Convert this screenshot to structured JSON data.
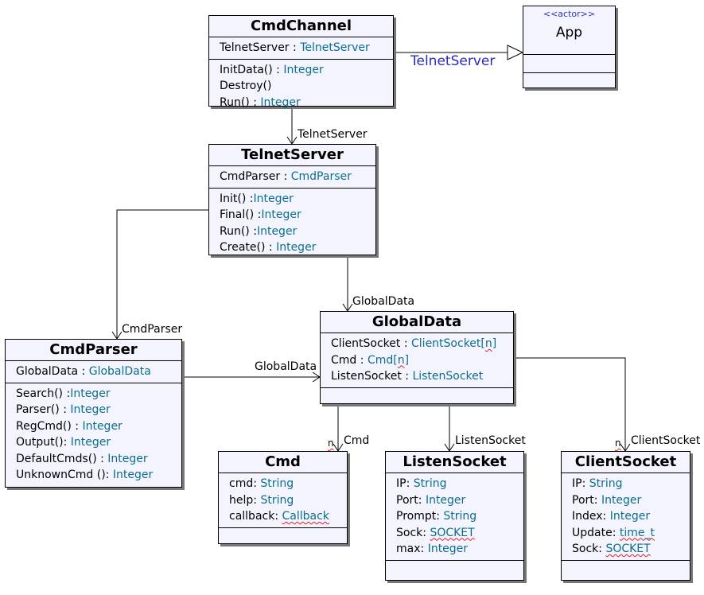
{
  "classes": {
    "cmdchannel": {
      "name": "CmdChannel",
      "attrs": [
        {
          "n": "TelnetServer",
          "sep": " : ",
          "t": "TelnetServer"
        }
      ],
      "ops": [
        {
          "n": "InitData()",
          "sep": " : ",
          "t": "Integer"
        },
        {
          "n": "Destroy()",
          "sep": "",
          "t": ""
        },
        {
          "n": "Run()",
          "sep": " : ",
          "t": "Integer"
        }
      ]
    },
    "app": {
      "stereotype": "<<actor>>",
      "name": "App"
    },
    "telnetserver": {
      "name": "TelnetServer",
      "attrs": [
        {
          "n": "CmdParser",
          "sep": " : ",
          "t": "CmdParser"
        }
      ],
      "ops": [
        {
          "n": "Init()",
          "sep": " :",
          "t": "Integer"
        },
        {
          "n": "Final()",
          "sep": " :",
          "t": "Integer"
        },
        {
          "n": "Run()",
          "sep": " :",
          "t": "Integer"
        },
        {
          "n": "Create()",
          "sep": " : ",
          "t": "Integer"
        }
      ]
    },
    "globaldata": {
      "name": "GlobalData",
      "attrs": [
        {
          "n": "ClientSocket",
          "sep": " : ",
          "t": "ClientSocket[",
          "w": "n",
          "tail": "]"
        },
        {
          "n": "Cmd",
          "sep": " : ",
          "t": "Cmd[",
          "w": "n",
          "tail": "]"
        },
        {
          "n": "ListenSocket",
          "sep": " : ",
          "t": "ListenSocket"
        }
      ]
    },
    "cmdparser": {
      "name": "CmdParser",
      "attrs": [
        {
          "n": "GlobalData",
          "sep": " : ",
          "t": "GlobalData"
        }
      ],
      "ops": [
        {
          "n": "Search()",
          "sep": " :",
          "t": "Integer"
        },
        {
          "n": "Parser()",
          "sep": " : ",
          "t": "Integer"
        },
        {
          "n": "RegCmd()",
          "sep": " : ",
          "t": "Integer"
        },
        {
          "n": "Output()",
          "sep": ": ",
          "t": "Integer"
        },
        {
          "n": "DefaultCmds()",
          "sep": " : ",
          "t": "Integer"
        },
        {
          "n": "UnknownCmd ()",
          "sep": ": ",
          "t": "Integer"
        }
      ]
    },
    "cmd": {
      "name": "Cmd",
      "attrs": [
        {
          "n": "cmd",
          "sep": ": ",
          "t": "String"
        },
        {
          "n": "help",
          "sep": ": ",
          "t": "String"
        },
        {
          "n": "callback",
          "sep": ": ",
          "w": "Callback"
        }
      ]
    },
    "listensocket": {
      "name": "ListenSocket",
      "attrs": [
        {
          "n": "IP",
          "sep": ": ",
          "t": "String"
        },
        {
          "n": "Port",
          "sep": ": ",
          "t": "Integer"
        },
        {
          "n": "Prompt",
          "sep": ": ",
          "t": "String"
        },
        {
          "n": "Sock",
          "sep": ": ",
          "w": "SOCKET"
        },
        {
          "n": "max",
          "sep": ": ",
          "t": "Integer"
        }
      ]
    },
    "clientsocket": {
      "name": "ClientSocket",
      "attrs": [
        {
          "n": "IP",
          "sep": ": ",
          "t": "String"
        },
        {
          "n": "Port",
          "sep": ": ",
          "t": "Integer"
        },
        {
          "n": "Index",
          "sep": ": ",
          "t": "Integer"
        },
        {
          "n": "Update",
          "sep": ": ",
          "w": "time_t"
        },
        {
          "n": "Sock",
          "sep": ": ",
          "w": "SOCKET"
        }
      ]
    }
  },
  "labels": {
    "inherit": "TelnetServer",
    "cc_ts": "TelnetServer",
    "ts_gd": "GlobalData",
    "ts_cp": "CmdParser",
    "cp_gd": "GlobalData",
    "gd_cmd": "Cmd",
    "gd_ls": "ListenSocket",
    "gd_cs": "ClientSocket"
  },
  "multiplicity": {
    "cmd": "n",
    "clientsocket": "n"
  }
}
